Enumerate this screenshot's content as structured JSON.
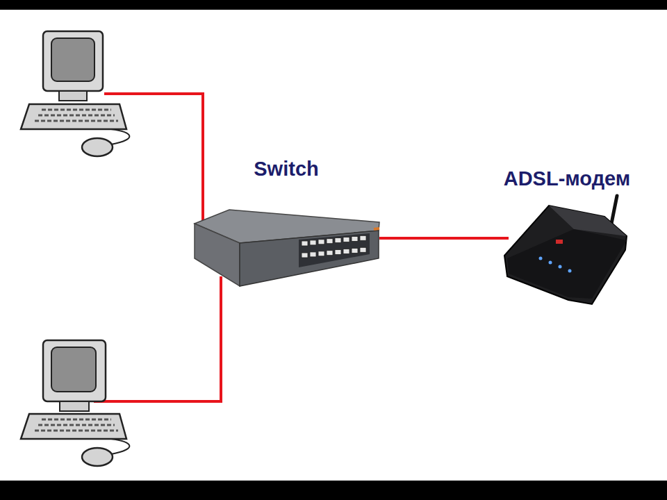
{
  "diagram": {
    "nodes": [
      {
        "text": [
          "Switch"
        ]
      },
      {
        "text": [
          "ADSL-модем"
        ]
      }
    ],
    "edges": [
      {
        "from": 0,
        "to": 1,
        "arrow": "none"
      }
    ]
  }
}
